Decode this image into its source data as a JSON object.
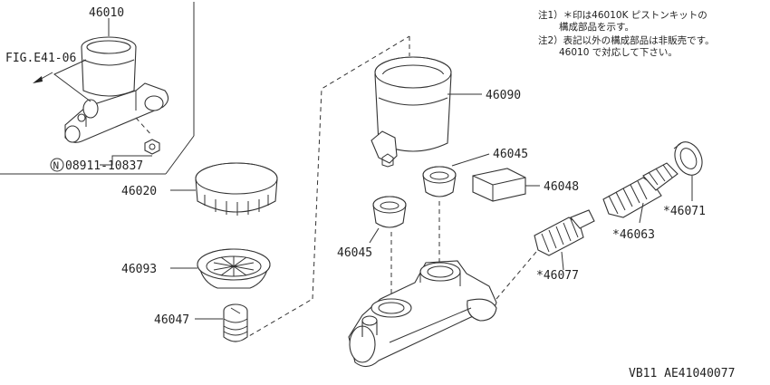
{
  "parts": {
    "p46010": "46010",
    "fig_ref": "FIG.E41-06",
    "nut": "08911-10837",
    "nut_marker": "N",
    "p46020": "46020",
    "p46093": "46093",
    "p46047": "46047",
    "p46090": "46090",
    "p46045_a": "46045",
    "p46045_b": "46045",
    "p46048": "46048",
    "p46071": "*46071",
    "p46063": "*46063",
    "p46077": "*46077"
  },
  "notes": {
    "n1_line1": "注1）＊印は46010K ピストンキットの",
    "n1_line2": "構成部品を示す。",
    "n2_line1": "注2）表記以外の構成部品は非販売です。",
    "n2_line2": "46010 で対応して下さい。"
  },
  "footer": {
    "code": "VB11   AE41040077"
  }
}
